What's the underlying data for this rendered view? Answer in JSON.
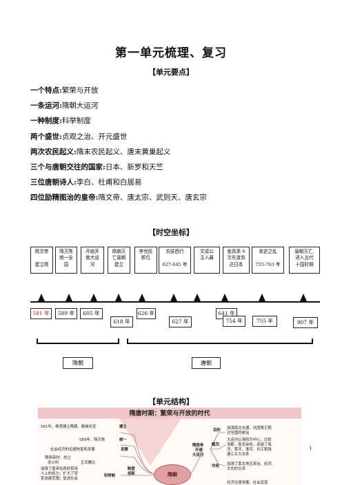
{
  "title": "第一单元梳理、复习",
  "sections": {
    "points": "【单元要点】",
    "timeline": "【时空坐标】",
    "structure": "【单元结构】"
  },
  "points": [
    {
      "key": "一个特点:",
      "value": "繁荣与开放"
    },
    {
      "key": "一条运河:",
      "value": "隋朝大运河"
    },
    {
      "key": "一种制度:",
      "value": "科举制度"
    },
    {
      "key": "两个盛世:",
      "value": "贞观之治、开元盛世"
    },
    {
      "key": "两次农民起义:",
      "value": "隋末农民起义、唐末黄巢起义"
    },
    {
      "key": "三个与唐朝交往的国家:",
      "value": "日本、新罗和天竺"
    },
    {
      "key": "三位唐朝诗人:",
      "value": "李白、杜甫和白居易"
    },
    {
      "key": "四位励精图治的皇帝:",
      "value": "隋文帝、唐太宗、武则天、唐玄宗"
    }
  ],
  "timeline": {
    "events": [
      {
        "lines": [
          "隋文帝",
          "",
          "建立隋"
        ]
      },
      {
        "lines": [
          "隋灭陈",
          "统一全",
          "国"
        ]
      },
      {
        "lines": [
          "开始开",
          "凿大运",
          "河"
        ]
      },
      {
        "lines": [
          "隋朝灭",
          "亡唐朝",
          "建立"
        ]
      },
      {
        "lines": [
          "李世民",
          "即位"
        ]
      },
      {
        "lines": [
          "玄奘西行",
          "",
          "627-645 年"
        ]
      },
      {
        "lines": [
          "文成公",
          "主入藏"
        ]
      },
      {
        "lines": [
          "鉴真第 6",
          "次东渡到",
          "达日本"
        ]
      },
      {
        "lines": [
          "安史之乱",
          "",
          "755-763 年"
        ]
      },
      {
        "lines": [
          "唐朝灭亡,",
          "进入五代",
          "十国时期"
        ]
      }
    ],
    "years": [
      "581 年",
      "589 年",
      "605 年",
      "618 年",
      "626 年",
      "627 年",
      "641 年",
      "754 年",
      "755 年",
      "907 年"
    ],
    "eras": [
      "隋朝",
      "唐朝"
    ]
  },
  "structure": {
    "header": "隋唐时期：繁荣与开放的时代",
    "hub": "隋朝",
    "left": [
      "581年，杨坚建立隋朝，都城长安",
      "建立",
      "589年，隋灭陈",
      "统一",
      "社会经济的迅速恢复和发展",
      "发展",
      "隋炀帝时，创立",
      "进士科",
      "正式确立",
      "加强了皇帝在政府和用",
      "人上的权力；扩大了官",
      "吏选拔范围；促进社会",
      "制度",
      "创新",
      "科举制"
    ],
    "right": [
      "隋炀帝",
      "开通",
      "大运河",
      "目的",
      "加强南北交通，巩固隋王朝",
      "对全国的统治",
      "概况",
      "大运河以洛阳为中心，北抵",
      "涿郡，南至余杭，连接了海",
      "河、黄河、淮河、长江和钱",
      "塘江五大水系",
      "作用",
      "加强了南北地区政治、经济、",
      "文化的交流",
      "经济迅速发展，社会呈现"
    ]
  },
  "page_number": "1"
}
